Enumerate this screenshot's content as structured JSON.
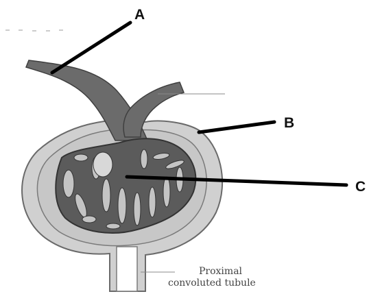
{
  "diagram": {
    "labels": {
      "a": "A",
      "b": "B",
      "c": "C"
    },
    "caption": {
      "line1": "Proximal",
      "line2": "convoluted tubule"
    }
  },
  "colors": {
    "vessel": "#6b6b6b",
    "vessel_dark": "#4f4f4f",
    "capsule_space": "#d0d0d0",
    "capsule_outline": "#6a6a6a",
    "leader": "#000000",
    "background": "#ffffff"
  }
}
